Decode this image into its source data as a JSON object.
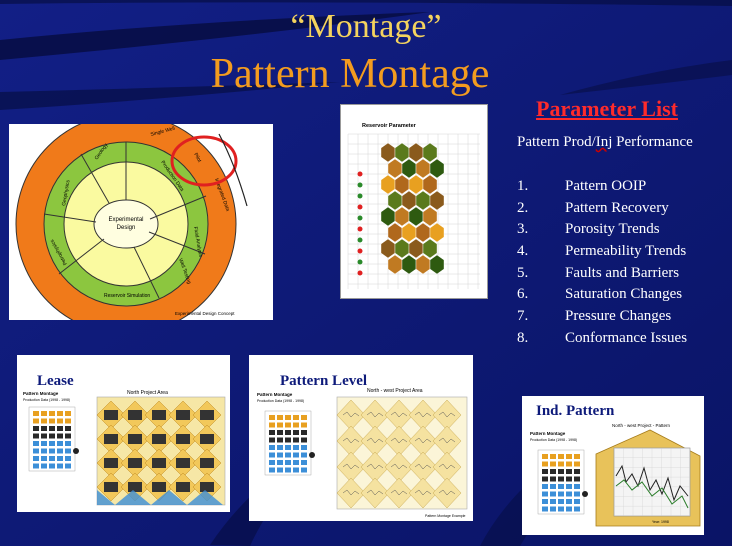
{
  "slide": {
    "title_line1": "“Montage”",
    "title_line2": "Pattern Montage"
  },
  "parameter_list": {
    "heading": "Parameter List",
    "subheading_part1": "Pattern Prod/",
    "subheading_inj": "Inj",
    "subheading_part2": " Performance",
    "items": [
      {
        "num": "1.",
        "label": "Pattern OOIP"
      },
      {
        "num": "2.",
        "label": "Pattern Recovery"
      },
      {
        "num": "3.",
        "label": "Porosity Trends"
      },
      {
        "num": "4.",
        "label": "Permeability Trends"
      },
      {
        "num": "5.",
        "label": "Faults and Barriers"
      },
      {
        "num": "6.",
        "label": "Saturation Changes"
      },
      {
        "num": "7.",
        "label": "Pressure Changes"
      },
      {
        "num": "8.",
        "label": "Conformance Issues"
      }
    ]
  },
  "wheel": {
    "center_label_1": "Experimental",
    "center_label_2": "Design",
    "ring_labels": [
      "Geology",
      "Geophysics",
      "Petrophysics",
      "Reservoir Simulation",
      "Fluid Analysis",
      "Well Testing",
      "Production Data",
      "Single Well",
      "Pilot"
    ],
    "outer_labels": [
      "Single Well",
      "Integrated Data"
    ],
    "caption": "Experimental Design Concept",
    "colors": {
      "outer": "#f07a1a",
      "ring": "#8cc63f",
      "center": "#fafaa0",
      "highlight": "#e02020"
    }
  },
  "reservoir_panel": {
    "header": "Reservoir Parameter"
  },
  "lease_panel": {
    "label": "Lease",
    "caption": "North Project Area",
    "mini_title": "Pattern Montage",
    "mini_sub": "Production Data (1998 - 1998)"
  },
  "pattern_panel": {
    "label": "Pattern Level",
    "caption": "North - west Project Area",
    "mini_title": "Pattern Montage",
    "mini_sub": "Production Data (1998 - 1998)",
    "footer": "Pattern Montage Example"
  },
  "ind_panel": {
    "label": "Ind. Pattern",
    "caption": "North - west Project - Pattern",
    "mini_title": "Pattern Montage",
    "mini_sub": "Production Data (1998 - 1998)",
    "footer": "Year: 1998"
  }
}
